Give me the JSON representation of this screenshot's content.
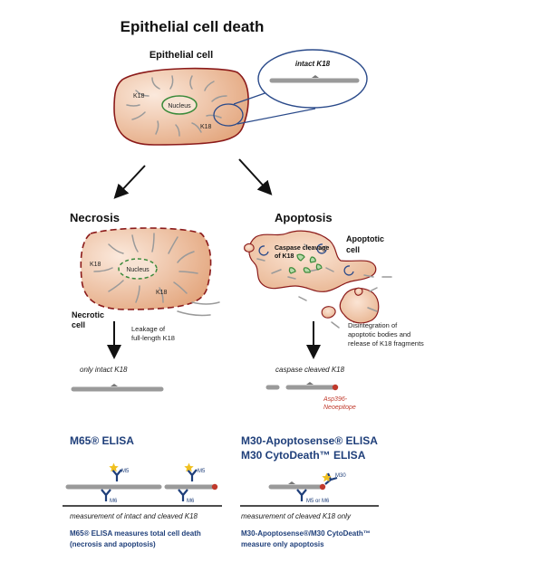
{
  "title": "Epithelial cell death",
  "epithelial": {
    "label": "Epithelial cell",
    "nucleus": "Nucleus",
    "k18_a": "K18",
    "k18_b": "K18",
    "callout": "intact K18"
  },
  "necrosis": {
    "heading": "Necrosis",
    "nucleus": "Nucleus",
    "k18_a": "K18",
    "k18_b": "K18",
    "cell_label_1": "Necrotic",
    "cell_label_2": "cell",
    "leak_1": "Leakage of",
    "leak_2": "full-length K18",
    "result": "only intact K18"
  },
  "apoptosis": {
    "heading": "Apoptosis",
    "cell_label_1": "Apoptotic",
    "cell_label_2": "cell",
    "cleavage_1": "Caspase cleavage",
    "cleavage_2": "of K18",
    "disint_1": "Disintegration of",
    "disint_2": "apoptotic bodies and",
    "disint_3": "release of K18 fragments",
    "result": "caspase cleaved K18",
    "epitope_1": "Asp396-",
    "epitope_2": "Neoepitope"
  },
  "m65": {
    "title": "M65® ELISA",
    "ab_top_1": "M5",
    "ab_top_2": "M5",
    "ab_bottom_1": "M6",
    "ab_bottom_2": "M6",
    "measure": "measurement of intact and cleaved K18",
    "summary_1": "M65® ELISA measures total cell death",
    "summary_2": "(necrosis and apoptosis)"
  },
  "m30": {
    "title_1": "M30-Apoptosense® ELISA",
    "title_2": "M30 CytoDeath™ ELISA",
    "ab_top": "M30",
    "ab_bottom": "M5 or M6",
    "measure": "measurement of cleaved K18 only",
    "summary_1": "M30-Apoptosense®/M30 CytoDeath™",
    "summary_2": "measure only apoptosis"
  },
  "colors": {
    "cell_fill": "#eab893",
    "cell_border": "#8b1a1a",
    "nucleus_border": "#3a8a3a",
    "k18_strand": "#9a9a9a",
    "elisa_title": "#1f3f7a",
    "antibody": "#1f3f7a",
    "star": "#f0c020",
    "epitope": "#c0392b",
    "callout_border": "#2a4a8a"
  }
}
